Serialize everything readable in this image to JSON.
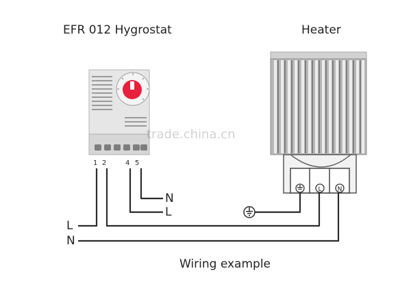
{
  "titles": {
    "hygrostat": "EFR 012 Hygrostat",
    "heater": "Heater",
    "caption": "Wiring example"
  },
  "hygrostat": {
    "terminals": [
      "1",
      "2",
      "4",
      "5"
    ],
    "dial": {
      "scale": [
        "50",
        "70",
        "80",
        "90",
        "rel"
      ],
      "pointer_color": "#e8203c"
    }
  },
  "heater": {
    "terminal_symbols": [
      "ground",
      "L",
      "N"
    ]
  },
  "wires": {
    "top_n": "N",
    "top_l": "L",
    "left_l": "L",
    "left_n": "N"
  },
  "ground_symbol": "earth-ground",
  "watermark": "trade.china.cn",
  "colors": {
    "line": "#2b2b2b",
    "device_body": "#dcdcdc",
    "dial_red": "#e8203c",
    "fin_dark": "#8a8a8a"
  }
}
